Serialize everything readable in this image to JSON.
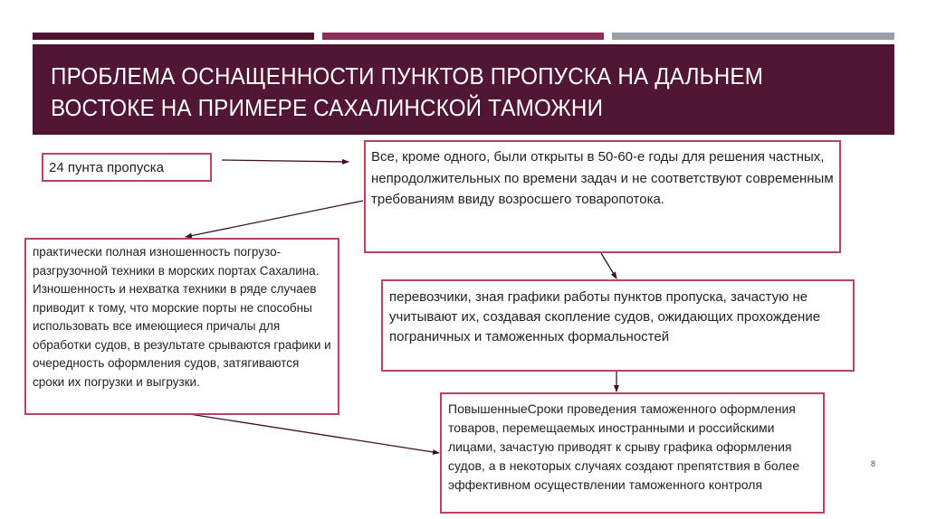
{
  "colors": {
    "bar_dark": "#4e1431",
    "bar_pink": "#8c2f5e",
    "bar_gray": "#9aa0a6",
    "title_band": "#501634",
    "box_border": "#b5455e",
    "arrow": "#3c1028",
    "page_number": "#8c2f5e"
  },
  "header": {
    "title_line1": "ПРОБЛЕМА ОСНАЩЕННОСТИ ПУНКТОВ ПРОПУСКА НА ДАЛЬНЕМ",
    "title_line2": "ВОСТОКЕ НА ПРИМЕРЕ САХАЛИНСКОЙ ТАМОЖНИ"
  },
  "diagram": {
    "boxes": [
      {
        "id": "checkpoints-count",
        "text": "24 пунта пропуска"
      },
      {
        "id": "outdated-checkpoints",
        "text": "Все, кроме одного, были открыты в 50-60-е годы для решения частных, непродолжительных по времени задач и не соответствуют современным требованиям ввиду возросшего товаропотока."
      },
      {
        "id": "carriers-schedules",
        "text": "перевозчики, зная графики работы пунктов пропуска, зачастую не учитывают их, создавая скопление судов, ожидающих прохождение пограничных и таможенных формальностей"
      },
      {
        "id": "customs-delays",
        "text": "ПовышенныеСроки проведения таможенного оформления товаров, перемещаемых иностранными и российскими лицами, зачастую приводят к срыву графика оформления судов, а в некоторых случаях создают препятствия в более эффективном осуществлении таможенного контроля"
      },
      {
        "id": "equipment-wear",
        "text": "практически полная изношенность погрузо-разгрузочной техники в морских портах Сахалина. Изношенность и нехватка техники в ряде случаев приводит к тому, что морские порты не способны использовать все имеющиеся причалы для обработки судов, в результате срываются графики и очередность оформления судов, затягиваются сроки их погрузки и выгрузки."
      }
    ],
    "arrows": [
      {
        "from": "checkpoints-count",
        "to": "outdated-checkpoints"
      },
      {
        "from": "outdated-checkpoints",
        "to": "equipment-wear"
      },
      {
        "from": "outdated-checkpoints",
        "to": "carriers-schedules"
      },
      {
        "from": "carriers-schedules",
        "to": "customs-delays"
      },
      {
        "from": "equipment-wear",
        "to": "customs-delays"
      }
    ]
  },
  "footer": {
    "page_number": "8"
  }
}
